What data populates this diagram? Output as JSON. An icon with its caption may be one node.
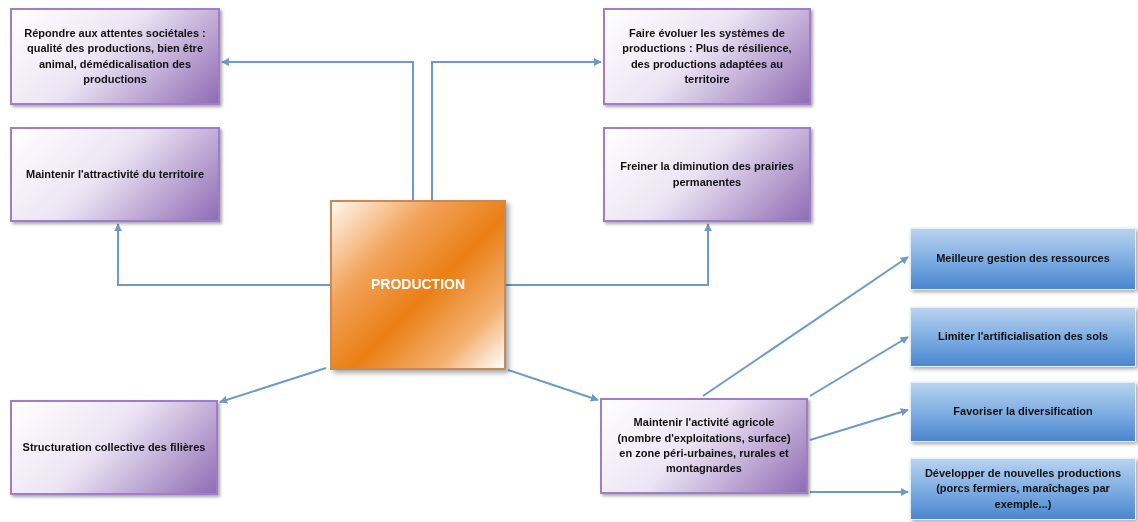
{
  "diagram": {
    "nodes": [
      {
        "text": [
          "PRODUCTION"
        ]
      },
      {
        "text": [
          "Répondre aux attentes sociétales : qualité des productions, bien être animal, démédicalisation des productions"
        ]
      },
      {
        "text": [
          "Faire évoluer les systèmes de productions : Plus de résilience, des productions adaptées au territoire"
        ]
      },
      {
        "text": [
          "Maintenir l'attractivité du territoire"
        ]
      },
      {
        "text": [
          "Freiner la diminution des prairies permanentes"
        ]
      },
      {
        "text": [
          "Structuration collective des filières"
        ]
      },
      {
        "text": [
          "Maintenir l'activité agricole (nombre d'exploitations, surface) en zone péri-urbaines, rurales et montagnardes"
        ]
      },
      {
        "text": [
          "Meilleure gestion des ressources"
        ]
      },
      {
        "text": [
          "Limiter l'artificialisation des sols"
        ]
      },
      {
        "text": [
          "Favoriser la diversification"
        ]
      },
      {
        "text": [
          "Développer de nouvelles productions (porcs fermiers, maraîchages par exemple...)"
        ]
      }
    ],
    "edges": [
      {
        "from": 0,
        "to": 1,
        "arrow": "to"
      },
      {
        "from": 0,
        "to": 2,
        "arrow": "to"
      },
      {
        "from": 0,
        "to": 3,
        "arrow": "to"
      },
      {
        "from": 0,
        "to": 4,
        "arrow": "to"
      },
      {
        "from": 0,
        "to": 5,
        "arrow": "to"
      },
      {
        "from": 0,
        "to": 6,
        "arrow": "to"
      },
      {
        "from": 6,
        "to": 7,
        "arrow": "to"
      },
      {
        "from": 6,
        "to": 8,
        "arrow": "to"
      },
      {
        "from": 6,
        "to": 9,
        "arrow": "to"
      },
      {
        "from": 6,
        "to": 10,
        "arrow": "to"
      }
    ]
  }
}
